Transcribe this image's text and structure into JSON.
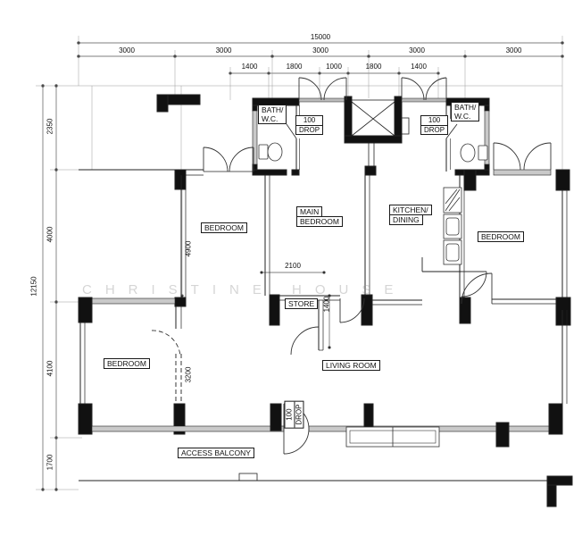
{
  "watermark": "CHRISTINE HOUSE",
  "dimensions": {
    "overall_width": "15000",
    "bays": [
      "3000",
      "3000",
      "3000",
      "3000",
      "3000"
    ],
    "openings": [
      "1400",
      "1800",
      "1000",
      "1800",
      "1400"
    ],
    "overall_depth": "12150",
    "depths": [
      "2350",
      "4000",
      "4100",
      "1700"
    ],
    "bedroom_depth": "4900",
    "store_width": "2100",
    "store_depth": "1400",
    "wall_length": "3200"
  },
  "rooms": {
    "bedroom_top": "BEDROOM",
    "main_bedroom_line1": "MAIN",
    "main_bedroom_line2": "BEDROOM",
    "kitchen_line1": "KITCHEN/",
    "kitchen_line2": "DINING",
    "bedroom_right": "BEDROOM",
    "bedroom_left": "BEDROOM",
    "living_room": "LIVING ROOM",
    "store": "STORE",
    "access_balcony": "ACCESS BALCONY",
    "bath_line1": "BATH/",
    "bath_line2": "W.C."
  },
  "annotations": {
    "drop_line1": "100",
    "drop_line2": "DROP"
  }
}
